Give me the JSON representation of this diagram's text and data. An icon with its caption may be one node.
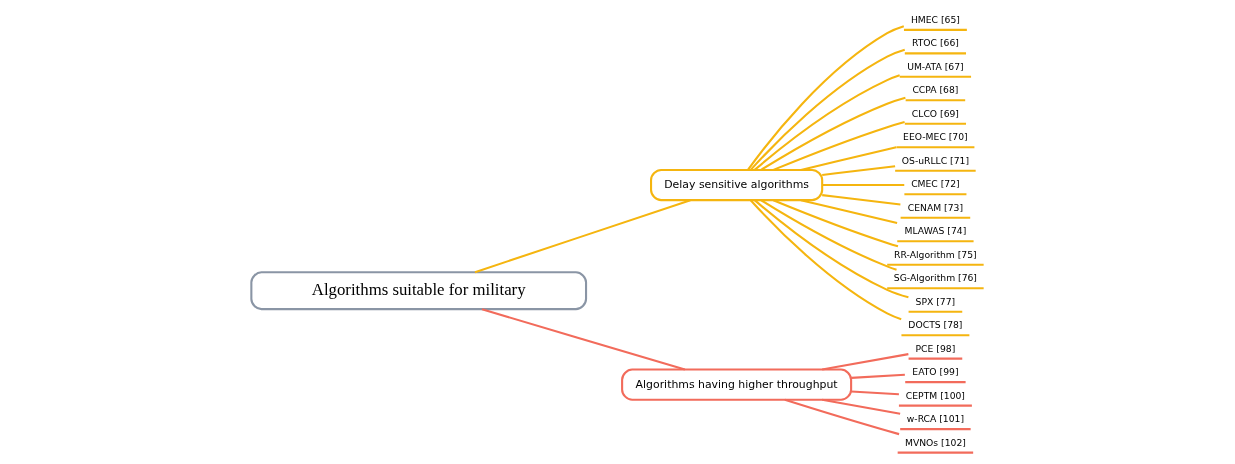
{
  "diagram": {
    "nodes": [
      {
        "text": [
          "Algorithms suitable for military"
        ]
      },
      {
        "text": [
          "Delay sensitive algorithms"
        ]
      },
      {
        "text": [
          "HMEC [65]"
        ]
      },
      {
        "text": [
          "RTOC [66]"
        ]
      },
      {
        "text": [
          "UM-ATA [67]"
        ]
      },
      {
        "text": [
          "CCPA [68]"
        ]
      },
      {
        "text": [
          "CLCO [69]"
        ]
      },
      {
        "text": [
          "EEO-MEC [70]"
        ]
      },
      {
        "text": [
          "OS-uRLLC [71]"
        ]
      },
      {
        "text": [
          "CMEC [72]"
        ]
      },
      {
        "text": [
          "CENAM [73]"
        ]
      },
      {
        "text": [
          "MLAWAS [74]"
        ]
      },
      {
        "text": [
          "RR-Algorithm [75]"
        ]
      },
      {
        "text": [
          "SG-Algorithm [76]"
        ]
      },
      {
        "text": [
          "SPX [77]"
        ]
      },
      {
        "text": [
          "DOCTS [78]"
        ]
      },
      {
        "text": [
          "Algorithms having higher throughput"
        ]
      },
      {
        "text": [
          "PCE [98]"
        ]
      },
      {
        "text": [
          "EATO [99]"
        ]
      },
      {
        "text": [
          "CEPTM [100]"
        ]
      },
      {
        "text": [
          "w-RCA [101]"
        ]
      },
      {
        "text": [
          "MVNOs [102]"
        ]
      }
    ],
    "edges": [
      {
        "from": 0,
        "to": 1,
        "arrow": "none"
      },
      {
        "from": 1,
        "to": 2,
        "arrow": "none"
      },
      {
        "from": 1,
        "to": 3,
        "arrow": "none"
      },
      {
        "from": 1,
        "to": 4,
        "arrow": "none"
      },
      {
        "from": 1,
        "to": 5,
        "arrow": "none"
      },
      {
        "from": 1,
        "to": 6,
        "arrow": "none"
      },
      {
        "from": 1,
        "to": 7,
        "arrow": "none"
      },
      {
        "from": 1,
        "to": 8,
        "arrow": "none"
      },
      {
        "from": 1,
        "to": 9,
        "arrow": "none"
      },
      {
        "from": 1,
        "to": 10,
        "arrow": "none"
      },
      {
        "from": 1,
        "to": 11,
        "arrow": "none"
      },
      {
        "from": 1,
        "to": 12,
        "arrow": "none"
      },
      {
        "from": 1,
        "to": 13,
        "arrow": "none"
      },
      {
        "from": 1,
        "to": 14,
        "arrow": "none"
      },
      {
        "from": 1,
        "to": 15,
        "arrow": "none"
      },
      {
        "from": 0,
        "to": 16,
        "arrow": "none",
        "color": "#f26b5b"
      },
      {
        "from": 16,
        "to": 17,
        "arrow": "none",
        "color": "#f26b5b"
      },
      {
        "from": 16,
        "to": 18,
        "arrow": "none",
        "color": "#f26b5b"
      },
      {
        "from": 16,
        "to": 19,
        "arrow": "none",
        "color": "#f26b5b"
      },
      {
        "from": 16,
        "to": 20,
        "arrow": "none",
        "color": "#f26b5b"
      },
      {
        "from": 16,
        "to": 21,
        "arrow": "none",
        "color": "#f26b5b"
      }
    ]
  }
}
